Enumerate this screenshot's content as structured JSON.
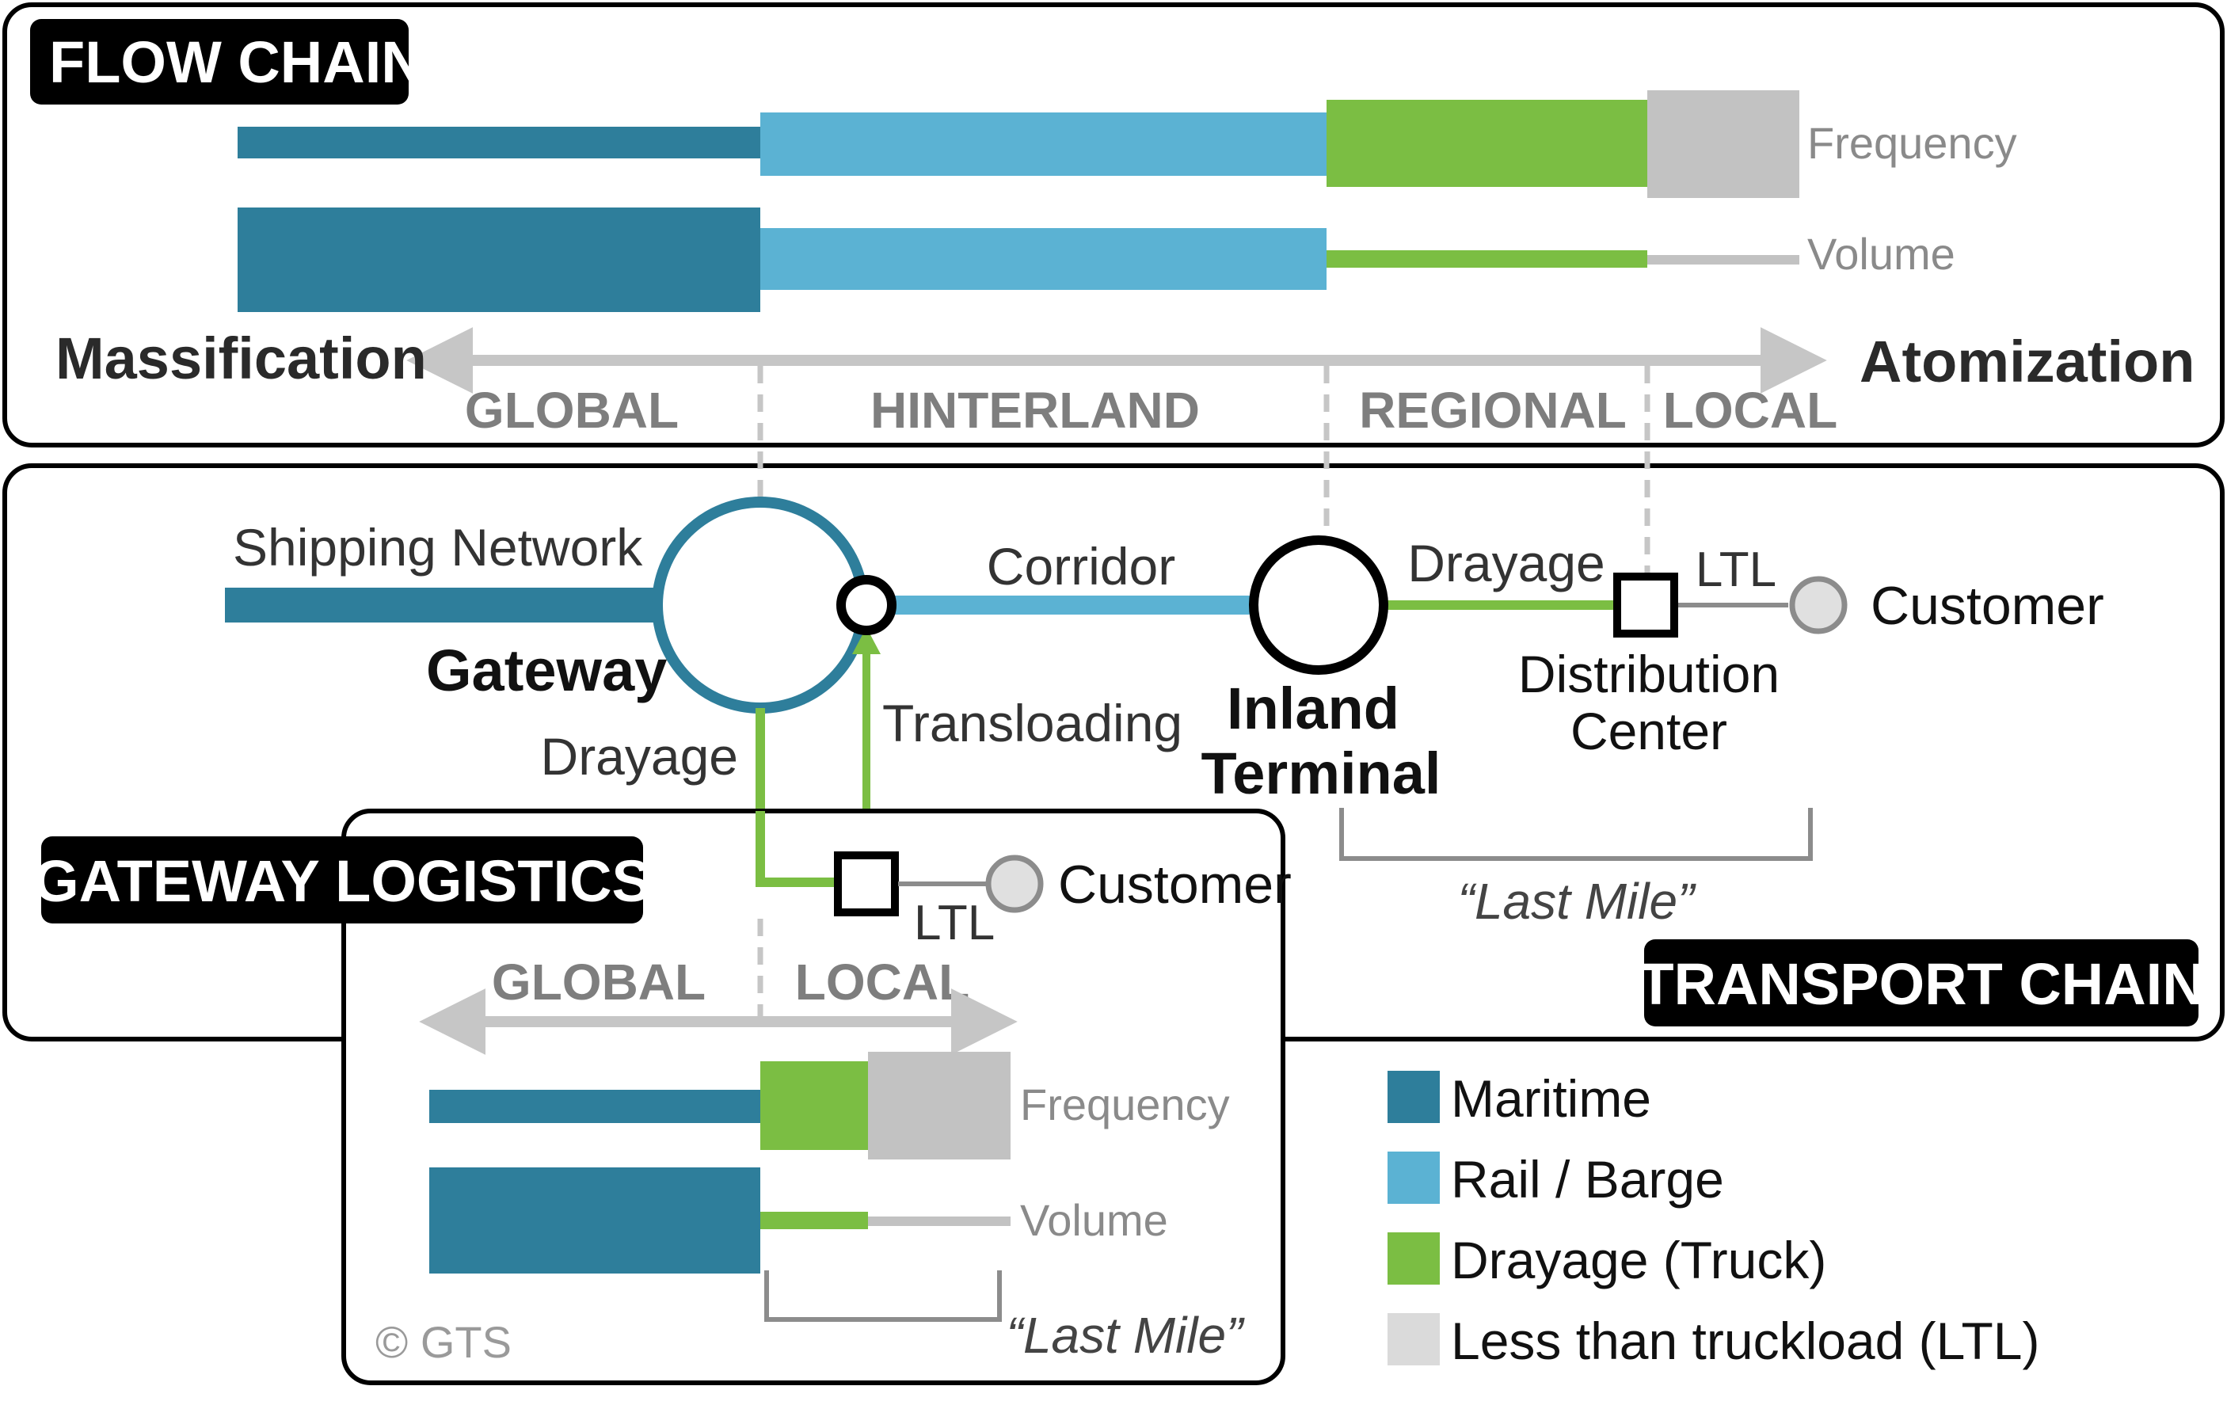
{
  "colors": {
    "maritime": "#2E7E9B",
    "rail": "#5BB2D3",
    "drayage": "#7BBE43",
    "ltl": "#C2C2C2",
    "ltl_legend": "#DADADA",
    "axis": "#C6C6C6",
    "label_gray": "#555555",
    "ink": "#000000",
    "customer_fill": "#E0E0E0",
    "customer_stroke": "#8C8C8C"
  },
  "flow_chain": {
    "title": "FLOW CHAIN",
    "frequency_label": "Frequency",
    "volume_label": "Volume",
    "left_label": "Massification",
    "right_label": "Atomization",
    "zones": [
      "GLOBAL",
      "HINTERLAND",
      "REGIONAL",
      "LOCAL"
    ]
  },
  "transport_chain": {
    "title": "TRANSPORT CHAIN",
    "shipping_network": "Shipping Network",
    "gateway": "Gateway",
    "corridor": "Corridor",
    "drayage_top": "Drayage",
    "ltl_top": "LTL",
    "customer_top": "Customer",
    "inland_line1": "Inland",
    "inland_line2": "Terminal",
    "dc_line1": "Distribution",
    "dc_line2": "Center",
    "transloading": "Transloading",
    "drayage_left": "Drayage",
    "last_mile": "“Last Mile”"
  },
  "gateway_logistics": {
    "title": "GATEWAY LOGISTICS",
    "ltl": "LTL",
    "customer": "Customer",
    "zones": [
      "GLOBAL",
      "LOCAL"
    ],
    "frequency_label": "Frequency",
    "volume_label": "Volume",
    "last_mile": "“Last Mile”",
    "copyright": "© GTS"
  },
  "legend": [
    {
      "label": "Maritime",
      "color": "#2E7E9B"
    },
    {
      "label": "Rail / Barge",
      "color": "#5BB2D3"
    },
    {
      "label": "Drayage (Truck)",
      "color": "#7BBE43"
    },
    {
      "label": "Less than truckload (LTL)",
      "color": "#DADADA"
    }
  ]
}
